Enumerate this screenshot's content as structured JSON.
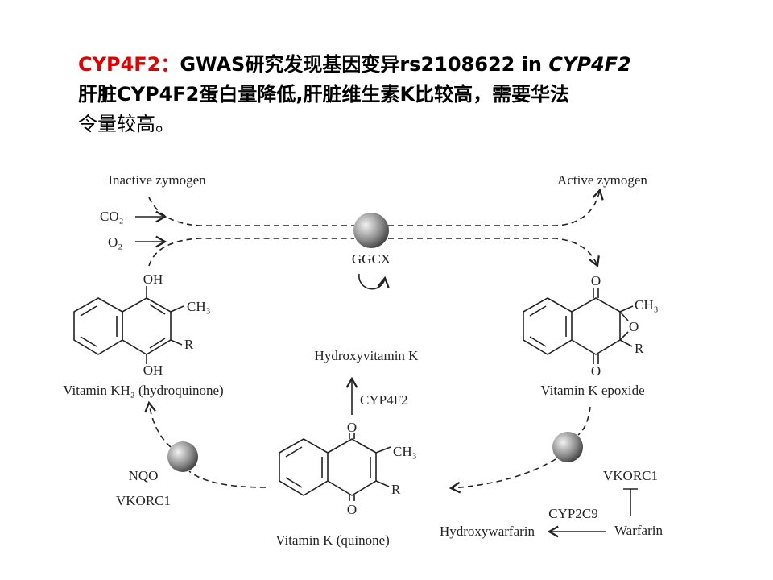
{
  "title": {
    "gene_label": "CYP4F2：",
    "line1_text": "GWAS研究发现基因变异rs2108622 in ",
    "line1_gene_italic": "CYP4F2",
    "line2_text": "肝脏CYP4F2蛋白量降低,肝脏维生素K比较高，需要华法",
    "line3_text": "令量较高。"
  },
  "diagram": {
    "inactive_zymogen": "Inactive zymogen",
    "active_zymogen": "Active zymogen",
    "co2": "CO₂",
    "o2": "O₂",
    "ggcx": "GGCX",
    "hydroquinone": {
      "oh_top": "OH",
      "oh_bottom": "OH",
      "ch3": "CH₃",
      "r": "R",
      "label": "Vitamin KH₂ (hydroquinone)"
    },
    "epoxide": {
      "o_top": "O",
      "o_bottom": "O",
      "o_epoxide": "O",
      "ch3": "CH₃",
      "r": "R",
      "label": "Vitamin K epoxide"
    },
    "quinone": {
      "o_top": "O",
      "o_bottom": "O",
      "ch3": "CH₃",
      "r": "R",
      "label": "Vitamin K (quinone)"
    },
    "hydroxyvitamin_k": "Hydroxyvitamin K",
    "cyp4f2": "CYP4F2",
    "nqo": "NQO",
    "vkorc1_left": "VKORC1",
    "vkorc1_right": "VKORC1",
    "warfarin": "Warfarin",
    "cyp2c9": "CYP2C9",
    "hydroxywarfarin": "Hydroxywarfarin"
  }
}
